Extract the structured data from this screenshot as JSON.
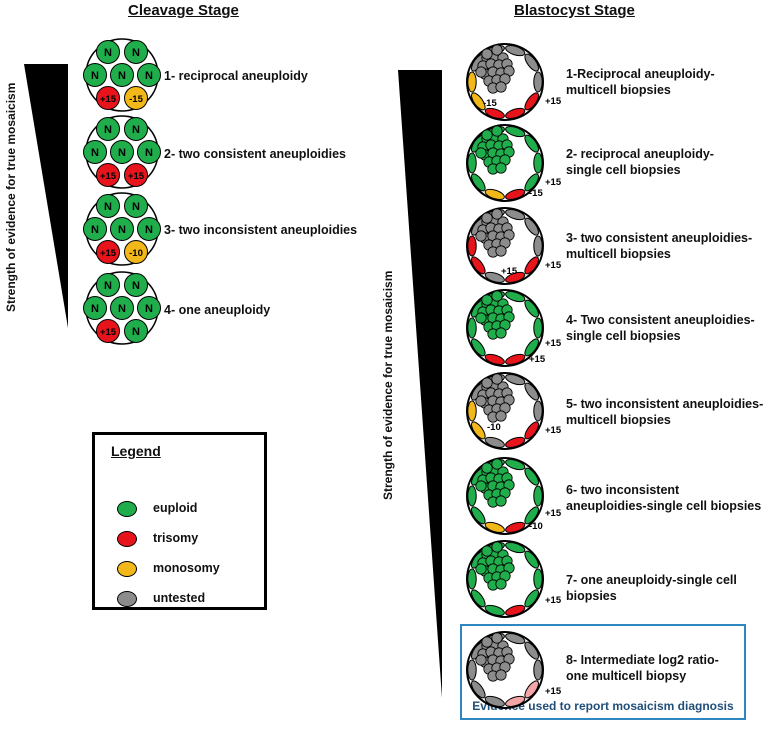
{
  "cleavage": {
    "title": "Cleavage Stage",
    "axis_label": "Strength of evidence for true mosaicism",
    "items": [
      {
        "label": "1- reciprocal aneuploidy",
        "cells": [
          "N",
          "N",
          "N",
          "N",
          "N",
          "+15",
          "-15"
        ]
      },
      {
        "label": "2- two consistent aneuploidies",
        "cells": [
          "N",
          "N",
          "N",
          "N",
          "N",
          "+15",
          "+15"
        ]
      },
      {
        "label": "3- two inconsistent aneuploidies",
        "cells": [
          "N",
          "N",
          "N",
          "N",
          "N",
          "+15",
          "-10"
        ]
      },
      {
        "label": "4- one aneuploidy",
        "cells": [
          "N",
          "N",
          "N",
          "N",
          "N",
          "+15",
          "N"
        ]
      }
    ]
  },
  "blastocyst": {
    "title": "Blastocyst Stage",
    "axis_label": "Strength of evidence for true mosaicism",
    "items": [
      {
        "line1": "1-Reciprocal aneuploidy-",
        "line2": "multicell biopsies",
        "annotations": [
          "-15",
          "+15"
        ]
      },
      {
        "line1": "2- reciprocal aneuploidy-",
        "line2": "single cell biopsies",
        "annotations": [
          "+15",
          "-15"
        ]
      },
      {
        "line1": "3- two consistent aneuploidies-",
        "line2": "multicell biopsies",
        "annotations": [
          "+15",
          "+15"
        ]
      },
      {
        "line1": "4- Two consistent aneuploidies-",
        "line2": "single cell biopsies",
        "annotations": [
          "+15",
          "+15"
        ]
      },
      {
        "line1": "5- two inconsistent aneuploidies-",
        "line2": "multicell biopsies",
        "annotations": [
          "-10",
          "+15"
        ]
      },
      {
        "line1": "6- two inconsistent",
        "line2": "aneuploidies-single cell biopsies",
        "annotations": [
          "+15",
          "-10"
        ]
      },
      {
        "line1": "7- one aneuploidy-single cell",
        "line2": "biopsies",
        "annotations": [
          "+15"
        ]
      },
      {
        "line1": "8- Intermediate log2 ratio-",
        "line2": "one multicell biopsy",
        "annotations": [
          "+15"
        ]
      }
    ],
    "evidence_caption": "Evidence used to report mosaicism diagnosis"
  },
  "legend": {
    "title": "Legend",
    "items": [
      {
        "label": "euploid",
        "color": "#1fae4b"
      },
      {
        "label": "trisomy",
        "color": "#e8141b"
      },
      {
        "label": "monosomy",
        "color": "#f2b718"
      },
      {
        "label": "untested",
        "color": "#8c8c8c"
      }
    ]
  },
  "colors": {
    "euploid": "#1fae4b",
    "trisomy": "#e8141b",
    "monosomy": "#f2b718",
    "untested": "#8c8c8c",
    "intermediate": "#f4a6a6",
    "box_border": "#2e86c1"
  }
}
